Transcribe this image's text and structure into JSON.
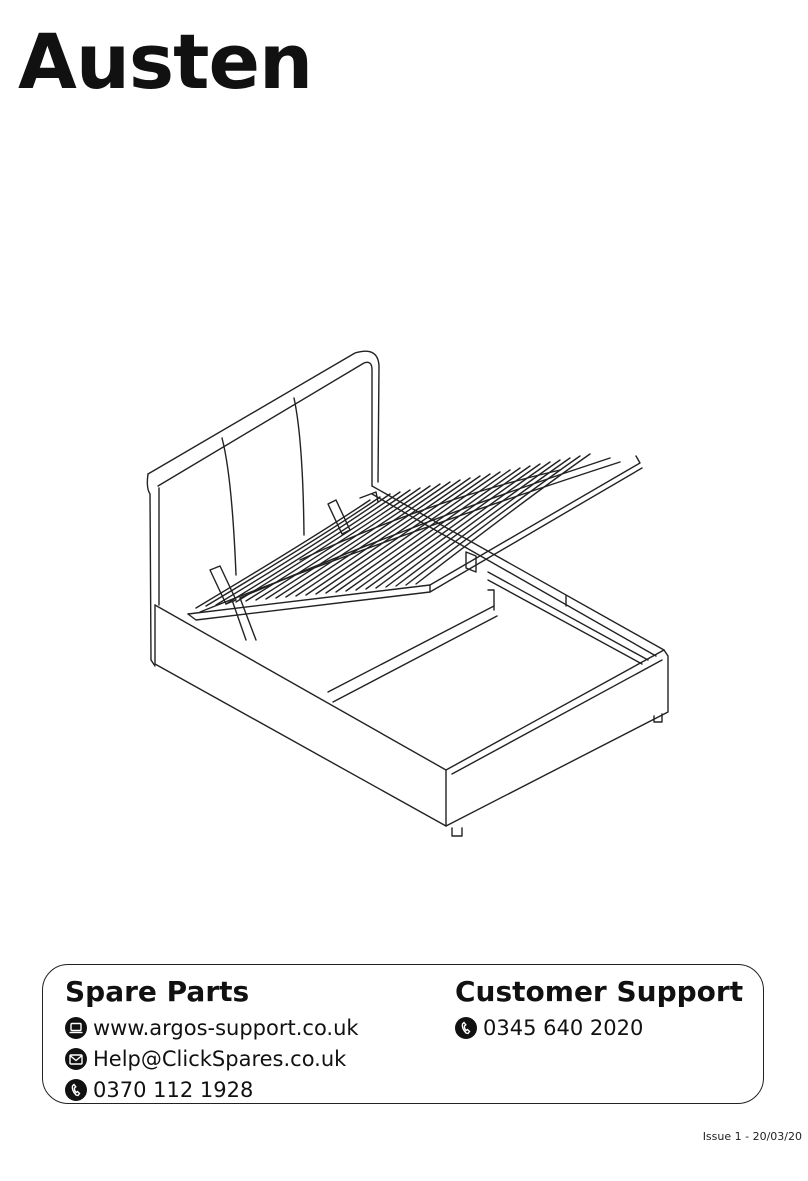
{
  "title": "Austen",
  "spare_parts": {
    "heading": "Spare Parts",
    "items": [
      {
        "icon": "laptop-icon",
        "text": "www.argos-support.co.uk"
      },
      {
        "icon": "envelope-icon",
        "text": "Help@ClickSpares.co.uk"
      },
      {
        "icon": "phone-icon",
        "text": "0370 112 1928"
      }
    ]
  },
  "customer_support": {
    "heading": "Customer Support",
    "items": [
      {
        "icon": "phone-icon",
        "text": "0345 640 2020"
      }
    ]
  },
  "issue": "Issue 1 - 20/03/20",
  "colors": {
    "ink": "#111111",
    "background": "#ffffff"
  }
}
